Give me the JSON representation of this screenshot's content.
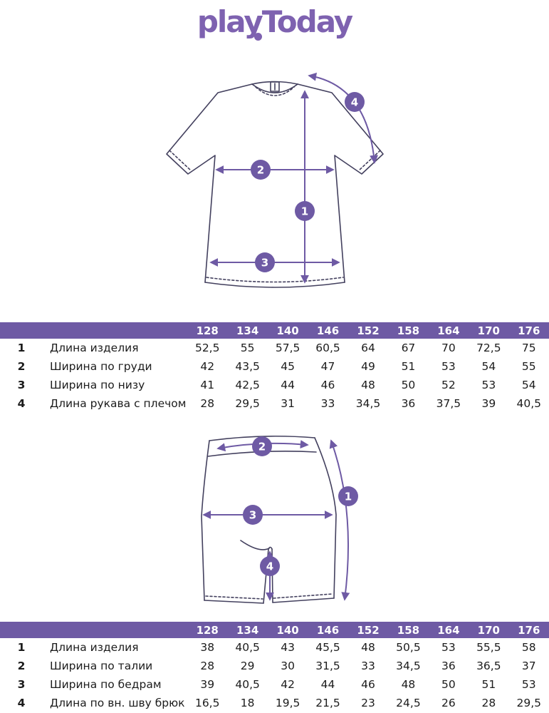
{
  "brand": {
    "logo_text": "playToday",
    "logo_color": "#7e62b0"
  },
  "colors": {
    "accent": "#6e5aa4",
    "outline": "#43405e",
    "table_header_bg": "#6e5aa4"
  },
  "diagrams": {
    "tshirt": {
      "name": "t-shirt measurement scheme",
      "markers": [
        "1",
        "2",
        "3",
        "4"
      ]
    },
    "shorts": {
      "name": "shorts measurement scheme",
      "markers": [
        "1",
        "2",
        "3",
        "4"
      ]
    }
  },
  "tables": {
    "tshirt": {
      "sizes": [
        "128",
        "134",
        "140",
        "146",
        "152",
        "158",
        "164",
        "170",
        "176"
      ],
      "rows": [
        {
          "num": "1",
          "label": "Длина изделия",
          "values": [
            "52,5",
            "55",
            "57,5",
            "60,5",
            "64",
            "67",
            "70",
            "72,5",
            "75"
          ]
        },
        {
          "num": "2",
          "label": "Ширина по груди",
          "values": [
            "42",
            "43,5",
            "45",
            "47",
            "49",
            "51",
            "53",
            "54",
            "55"
          ]
        },
        {
          "num": "3",
          "label": "Ширина по низу",
          "values": [
            "41",
            "42,5",
            "44",
            "46",
            "48",
            "50",
            "52",
            "53",
            "54"
          ]
        },
        {
          "num": "4",
          "label": "Длина рукава с плечом",
          "values": [
            "28",
            "29,5",
            "31",
            "33",
            "34,5",
            "36",
            "37,5",
            "39",
            "40,5"
          ]
        }
      ]
    },
    "shorts": {
      "sizes": [
        "128",
        "134",
        "140",
        "146",
        "152",
        "158",
        "164",
        "170",
        "176"
      ],
      "rows": [
        {
          "num": "1",
          "label": "Длина изделия",
          "values": [
            "38",
            "40,5",
            "43",
            "45,5",
            "48",
            "50,5",
            "53",
            "55,5",
            "58"
          ]
        },
        {
          "num": "2",
          "label": "Ширина по талии",
          "values": [
            "28",
            "29",
            "30",
            "31,5",
            "33",
            "34,5",
            "36",
            "36,5",
            "37"
          ]
        },
        {
          "num": "3",
          "label": "Ширина по бедрам",
          "values": [
            "39",
            "40,5",
            "42",
            "44",
            "46",
            "48",
            "50",
            "51",
            "53"
          ]
        },
        {
          "num": "4",
          "label": "Длина по вн. шву брюк",
          "values": [
            "16,5",
            "18",
            "19,5",
            "21,5",
            "23",
            "24,5",
            "26",
            "28",
            "29,5"
          ]
        }
      ]
    }
  }
}
